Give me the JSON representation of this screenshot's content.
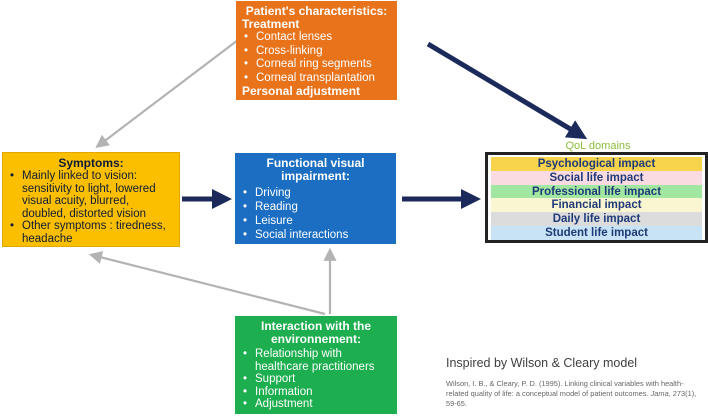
{
  "patient": {
    "title": "Patient's characteristics:",
    "treatment_label": "Treatment",
    "treatments": [
      "Contact lenses",
      "Cross-linking",
      "Corneal ring segments",
      "Corneal transplantation"
    ],
    "adjustment_label": "Personal adjustment"
  },
  "symptoms": {
    "title": "Symptoms:",
    "items": [
      "Mainly linked to vision: sensitivity to light, lowered visual acuity, blurred, doubled, distorted vision",
      "Other symptoms : tiredness, headache"
    ]
  },
  "functional": {
    "title": "Functional visual impairment:",
    "items": [
      "Driving",
      "Reading",
      "Leisure",
      "Social interactions"
    ]
  },
  "interaction": {
    "title": "Interaction with the environnement:",
    "items": [
      "Relationship with healthcare practitioners",
      "Support",
      "Information",
      "Adjustment"
    ]
  },
  "qol": {
    "label": "QoL domains",
    "domains": [
      {
        "text": "Psychological impact",
        "color": "#f7d44c"
      },
      {
        "text": "Social life impact",
        "color": "#fbdbe2"
      },
      {
        "text": "Professional life impact",
        "color": "#a1e6a1"
      },
      {
        "text": "Financial impact",
        "color": "#fbf6d2"
      },
      {
        "text": "Daily life impact",
        "color": "#dcdcdc"
      },
      {
        "text": "Student life impact",
        "color": "#c7e3f5"
      }
    ]
  },
  "credit": "Inspired by Wilson & Cleary model",
  "reference": {
    "main": "Wilson, I. B., & Cleary, P. D. (1995). Linking clinical variables with health-related quality of life: a conceptual model of patient outcomes.",
    "journal": "Jama",
    "rest": ", 273(1), 59-65."
  },
  "colors": {
    "dark_arrow": "#1b2a5a",
    "gray_arrow": "#b3b3b3"
  }
}
